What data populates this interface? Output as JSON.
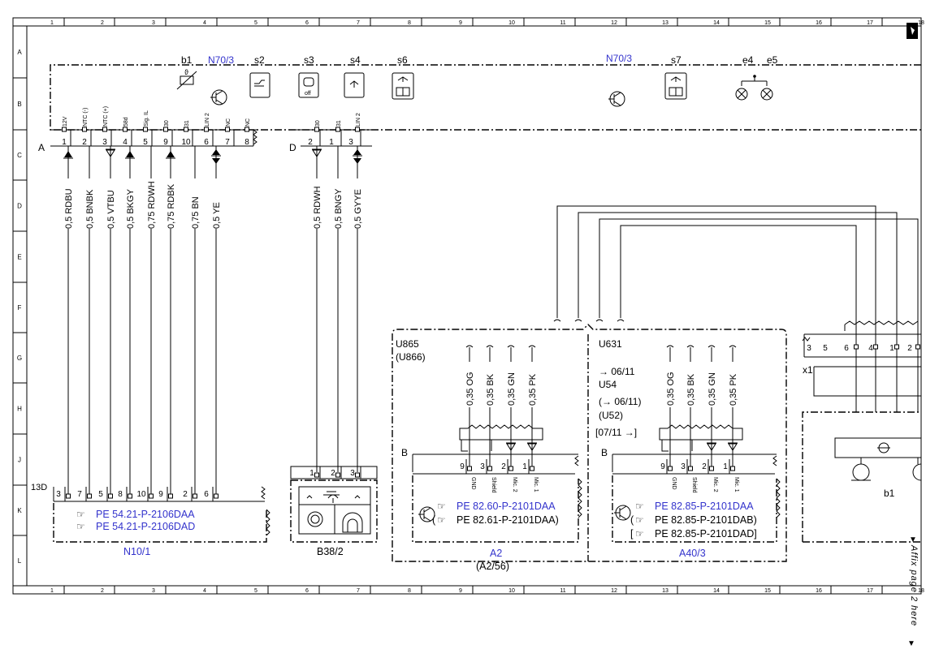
{
  "grid": {
    "columns": [
      "1",
      "2",
      "3",
      "4",
      "5",
      "6",
      "7",
      "8",
      "9",
      "10",
      "11",
      "12",
      "13",
      "14",
      "15",
      "16",
      "17",
      "18"
    ],
    "rows": [
      "A",
      "B",
      "C",
      "D",
      "E",
      "F",
      "G",
      "H",
      "J",
      "K",
      "L"
    ]
  },
  "side_note": "Affix page 2 here",
  "top": {
    "components": [
      "b1",
      "N70/3",
      "s2",
      "s3",
      "s4",
      "s6",
      "N70/3",
      "s7",
      "e4",
      "e5"
    ],
    "s3_text": "off",
    "connector_A": {
      "label": "A",
      "pins": [
        "1",
        "2",
        "3",
        "4",
        "5",
        "9",
        "10",
        "6",
        "7",
        "8"
      ],
      "signals": [
        "12V",
        "NTC (-)",
        "NTC (+)",
        "58d",
        "Sig. IL",
        "30",
        "31",
        "LIN 2",
        "NC",
        "NC"
      ],
      "wires": [
        "0,5 RDBU",
        "0,5 BNBK",
        "0,5 VTBU",
        "0,5 BKGY",
        "0,75 RDWH",
        "0,75 RDBK",
        "0,75 BN",
        "0,5 YE"
      ]
    },
    "connector_D": {
      "label": "D",
      "pins": [
        "2",
        "1",
        "3"
      ],
      "signals": [
        "30",
        "31",
        "LIN 2"
      ],
      "wires": [
        "0,5 RDWH",
        "0,5 BNGY",
        "0,5 GYYE"
      ]
    }
  },
  "n10": {
    "connector": "13D",
    "pins": [
      "3",
      "7",
      "5",
      "8",
      "10",
      "9",
      "2",
      "6"
    ],
    "refs": [
      "PE 54.21-P-2106DAA",
      "PE 54.21-P-2106DAD"
    ],
    "label": "N10/1"
  },
  "b38": {
    "pins": [
      "1",
      "2",
      "3"
    ],
    "label": "B38/2"
  },
  "a2": {
    "codes": [
      "U865",
      "(U866)"
    ],
    "wires": [
      "0,35 OG",
      "0,35 BK",
      "0,35 GN",
      "0,35 PK"
    ],
    "connector": "B",
    "pins": [
      "9",
      "3",
      "2",
      "1"
    ],
    "signals": [
      "GND",
      "Shield",
      "Mic. 2",
      "Mic. 1"
    ],
    "refs": [
      "PE 82.60-P-2101DAA",
      "(",
      "PE 82.61-P-2101DAA)"
    ],
    "label": "A2",
    "sublabel": "(A2/56)"
  },
  "a40": {
    "codes": [
      "U631",
      "→ 06/11",
      "U54",
      "(→ 06/11)",
      "(U52)",
      "[07/11 →]"
    ],
    "wires": [
      "0,35 OG",
      "0,35 BK",
      "0,35 GN",
      "0,35 PK"
    ],
    "connector": "B",
    "pins": [
      "9",
      "3",
      "2",
      "1"
    ],
    "signals": [
      "GND",
      "Shield",
      "Mic. 2",
      "Mic. 1"
    ],
    "refs": [
      "PE 82.85-P-2101DAA",
      "(",
      "PE 82.85-P-2101DAB)",
      "[",
      "PE 82.85-P-2101DAD]"
    ],
    "label": "A40/3"
  },
  "right": {
    "connector": "x1",
    "pins": [
      "3",
      "5",
      "6",
      "4",
      "1",
      "2"
    ],
    "label": "b1"
  }
}
